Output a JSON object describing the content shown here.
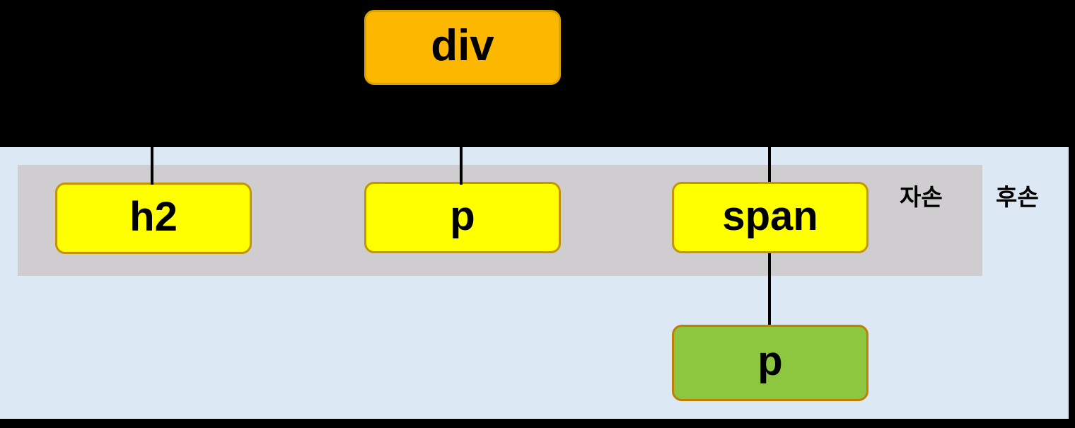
{
  "diagram": {
    "title": "DOM child vs descendant tree",
    "colors": {
      "root_fill": "#fcb800",
      "child_fill": "#ffff00",
      "descendant_fill": "#8dc63f",
      "child_region_bg": "#cfcdcf",
      "descendant_region_bg": "#dde8f5",
      "canvas_bg": "#000000",
      "connector": "#000000"
    },
    "nodes": {
      "root": {
        "label": "div"
      },
      "child_h2": {
        "label": "h2"
      },
      "child_p": {
        "label": "p"
      },
      "child_span": {
        "label": "span"
      },
      "descendant_p": {
        "label": "p"
      }
    },
    "legend": {
      "child_label": "자손",
      "descendant_label": "후손"
    },
    "edges": [
      {
        "from": "div",
        "to": "h2"
      },
      {
        "from": "div",
        "to": "p"
      },
      {
        "from": "div",
        "to": "span"
      },
      {
        "from": "span",
        "to": "p"
      }
    ]
  }
}
